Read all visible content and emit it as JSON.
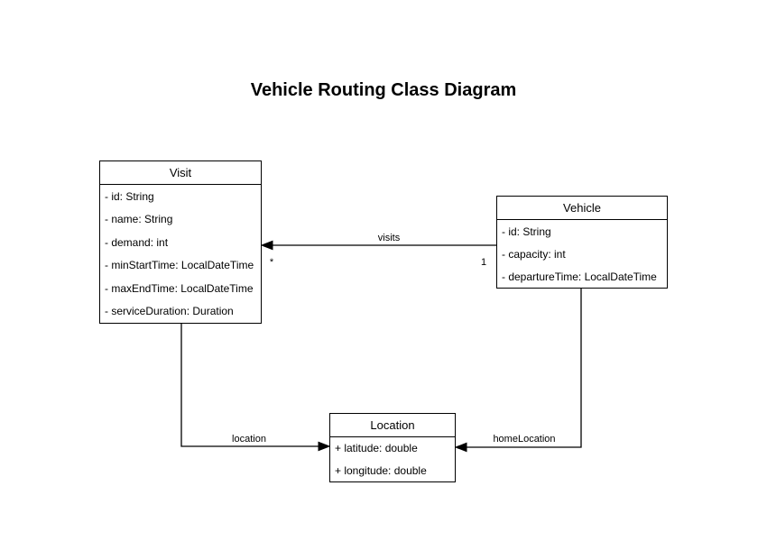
{
  "title": "Vehicle Routing Class Diagram",
  "classes": [
    {
      "name": "Visit",
      "attributes": [
        "- id: String",
        "- name: String",
        "- demand: int",
        "- minStartTime: LocalDateTime",
        "- maxEndTime: LocalDateTime",
        "- serviceDuration: Duration"
      ]
    },
    {
      "name": "Vehicle",
      "attributes": [
        "- id: String",
        "- capacity: int",
        "- departureTime: LocalDateTime"
      ]
    },
    {
      "name": "Location",
      "attributes": [
        "+ latitude: double",
        "+ longitude: double"
      ]
    }
  ],
  "relationships": [
    {
      "label": "visits",
      "from": "Vehicle",
      "to": "Visit",
      "source_multiplicity": "1",
      "target_multiplicity": "*"
    },
    {
      "label": "location",
      "from": "Visit",
      "to": "Location"
    },
    {
      "label": "homeLocation",
      "from": "Vehicle",
      "to": "Location"
    }
  ],
  "colors": {
    "stroke": "#000000",
    "fill": "#ffffff",
    "text": "#000000"
  }
}
